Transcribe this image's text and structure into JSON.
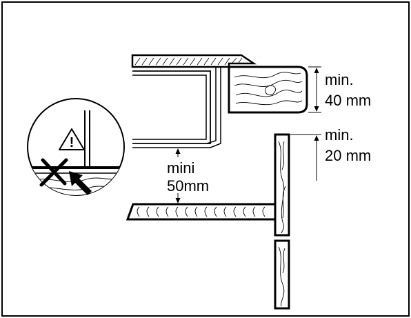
{
  "dimensions": {
    "top_clearance_line1": "min.",
    "top_clearance_line2": "40 mm",
    "side_clearance_line1": "min.",
    "side_clearance_line2": "20 mm",
    "bottom_clearance_line1": "mini",
    "bottom_clearance_line2": "50mm"
  },
  "detail_inset": {
    "warning_symbol": "!",
    "icon": "warning-triangle-icon"
  },
  "colors": {
    "stroke": "#000000",
    "background": "#ffffff"
  }
}
